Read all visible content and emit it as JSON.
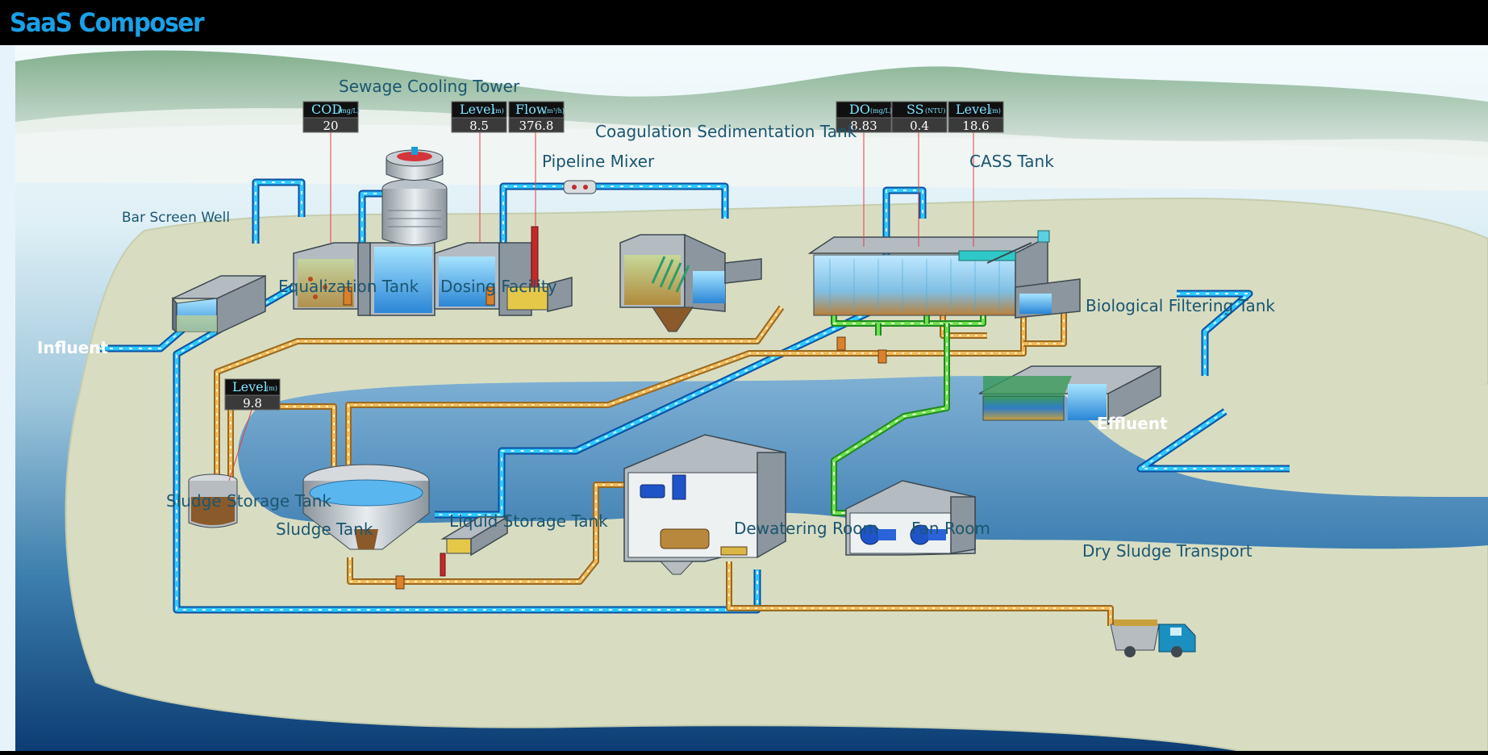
{
  "app": {
    "title": "SaaS Composer"
  },
  "labels": {
    "influent": "Influent",
    "bar_screen_well": "Bar Screen Well",
    "sewage_cooling_tower": "Sewage Cooling Tower",
    "equalization_tank": "Equalization Tank",
    "dosing_facility": "Dosing Facility",
    "pipeline_mixer": "Pipeline Mixer",
    "coagulation_sedimentation_tank": "Coagulation Sedimentation Tank",
    "cass_tank": "CASS Tank",
    "biological_filtering_tank": "Biological Filtering Tank",
    "effluent": "Effluent",
    "sludge_storage_tank": "Sludge Storage Tank",
    "sludge_tank": "Sludge Tank",
    "liquid_storage_tank": "Liquid Storage Tank",
    "dewatering_room": "Dewatering Room",
    "fan_room": "Fan Room",
    "dry_sludge_transport": "Dry Sludge Transport"
  },
  "readouts": {
    "cod": {
      "label": "COD",
      "unit": "(mg/L)",
      "value": "20"
    },
    "eq_level": {
      "label": "Level",
      "unit": "(m)",
      "value": "8.5"
    },
    "flow": {
      "label": "Flow",
      "unit": "(m³/h)",
      "value": "376.8"
    },
    "do": {
      "label": "DO",
      "unit": "(mg/L)",
      "value": "8.83"
    },
    "ss": {
      "label": "SS",
      "unit": "(NTU)",
      "value": "0.4"
    },
    "cass_level": {
      "label": "Level",
      "unit": "(m)",
      "value": "18.6"
    },
    "sludge_level": {
      "label": "Level",
      "unit": "(m)",
      "value": "9.8"
    }
  },
  "colors": {
    "water_pipe": "#2fc8ff",
    "sludge_pipe": "#f1b95a",
    "air_pipe": "#6fe04f",
    "ground": "#d7dcc0",
    "lake": "#6fa0c8",
    "title": "#1aa0e6"
  }
}
